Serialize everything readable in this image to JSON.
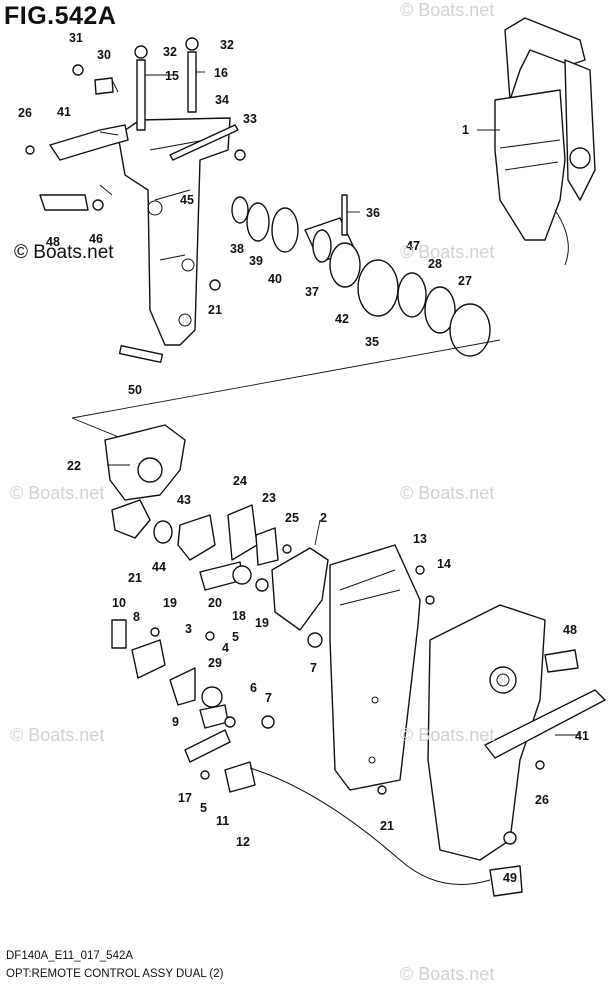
{
  "figure": {
    "title": "FIG.542A",
    "model_code": "DF140A_E11_017_542A",
    "description": "OPT:REMOTE CONTROL ASSY DUAL (2)"
  },
  "watermarks": {
    "text": "© Boats.net",
    "prominent_text": "© Boats.net"
  },
  "callouts": [
    "1",
    "2",
    "3",
    "5",
    "4",
    "6",
    "7",
    "8",
    "9",
    "10",
    "11",
    "12",
    "13",
    "14",
    "15",
    "16",
    "17",
    "18",
    "19",
    "19",
    "20",
    "21",
    "21",
    "21",
    "22",
    "23",
    "24",
    "25",
    "26",
    "26",
    "27",
    "28",
    "29",
    "30",
    "31",
    "32",
    "32",
    "33",
    "34",
    "35",
    "36",
    "37",
    "38",
    "39",
    "40",
    "41",
    "41",
    "42",
    "43",
    "44",
    "45",
    "46",
    "47",
    "48",
    "48",
    "49",
    "50",
    "5",
    "7"
  ]
}
